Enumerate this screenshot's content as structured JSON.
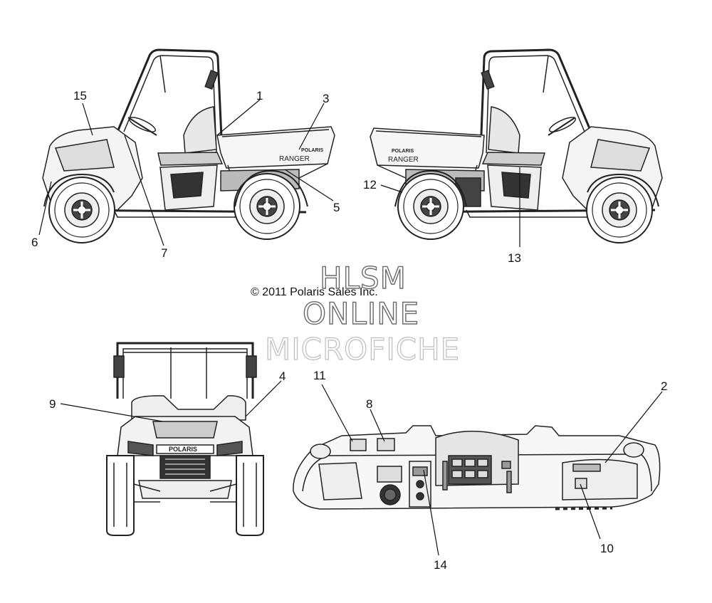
{
  "copyright": "© 2011 Polaris Sales Inc.",
  "watermark": {
    "line1": "HLSM",
    "line2": "ONLINE",
    "line3": "MICROFICHE"
  },
  "vehicle": {
    "brand_text": "POLARIS",
    "model_text": "RANGER"
  },
  "callouts": {
    "c1": "1",
    "c2": "2",
    "c3": "3",
    "c4": "4",
    "c5": "5",
    "c6": "6",
    "c7": "7",
    "c8": "8",
    "c9": "9",
    "c10": "10",
    "c11": "11",
    "c12": "12",
    "c13": "13",
    "c14": "14",
    "c15": "15"
  },
  "colors": {
    "line": "#222222",
    "fill_light": "#f2f2f2",
    "fill_dark": "#555555",
    "watermark_stroke": "#6a6a6a"
  }
}
